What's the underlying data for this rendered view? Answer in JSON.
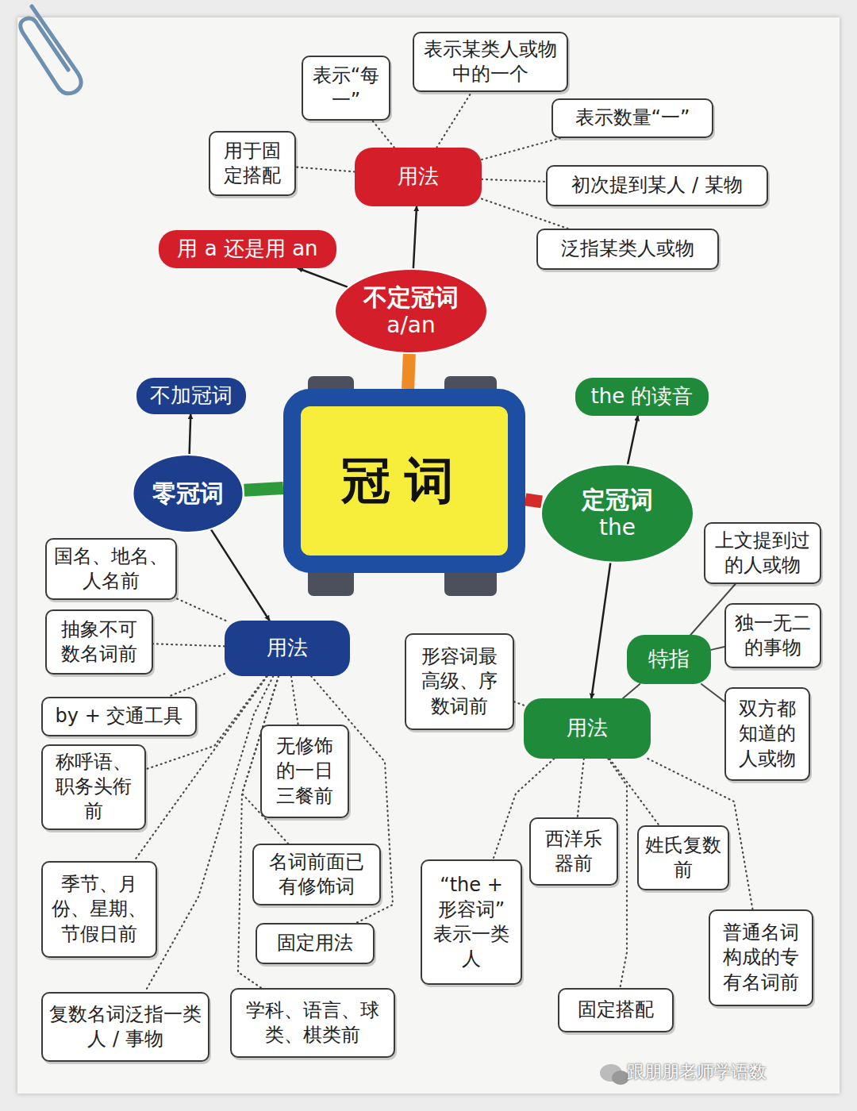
{
  "diagram": {
    "nodes": [
      {
        "text": [
          "冠词"
        ]
      },
      {
        "text": [
          "不定冠词",
          "a/an"
        ]
      },
      {
        "text": [
          "用 a 还是用 an"
        ]
      },
      {
        "text": [
          "用法"
        ]
      },
      {
        "text": [
          "表示“每一”"
        ]
      },
      {
        "text": [
          "表示某类人或物中的一个"
        ]
      },
      {
        "text": [
          "表示数量“一”"
        ]
      },
      {
        "text": [
          "初次提到某人 / 某物"
        ]
      },
      {
        "text": [
          "泛指某类人或物"
        ]
      },
      {
        "text": [
          "用于固定搭配"
        ]
      },
      {
        "text": [
          "零冠词"
        ]
      },
      {
        "text": [
          "不加冠词"
        ]
      },
      {
        "text": [
          "用法"
        ]
      },
      {
        "text": [
          "国名、地名、人名前"
        ]
      },
      {
        "text": [
          "抽象不可数名词前"
        ]
      },
      {
        "text": [
          "by + 交通工具"
        ]
      },
      {
        "text": [
          "称呼语、职务头衔前"
        ]
      },
      {
        "text": [
          "季节、月份、星期、节假日前"
        ]
      },
      {
        "text": [
          "复数名词泛指一类人 / 事物"
        ]
      },
      {
        "text": [
          "学科、语言、球类、棋类前"
        ]
      },
      {
        "text": [
          "固定用法"
        ]
      },
      {
        "text": [
          "名词前面已有修饰词"
        ]
      },
      {
        "text": [
          "无修饰的一日三餐前"
        ]
      },
      {
        "text": [
          "定冠词",
          "the"
        ]
      },
      {
        "text": [
          "the 的读音"
        ]
      },
      {
        "text": [
          "特指"
        ]
      },
      {
        "text": [
          "上文提到过的人或物"
        ]
      },
      {
        "text": [
          "独一无二的事物"
        ]
      },
      {
        "text": [
          "双方都知道的人或物"
        ]
      },
      {
        "text": [
          "用法"
        ]
      },
      {
        "text": [
          "形容词最高级、序数词前"
        ]
      },
      {
        "text": [
          "“the + 形容词”表示一类人"
        ]
      },
      {
        "text": [
          "西洋乐器前"
        ]
      },
      {
        "text": [
          "固定搭配"
        ]
      },
      {
        "text": [
          "姓氏复数前"
        ]
      },
      {
        "text": [
          "普通名词构成的专有名词前"
        ]
      }
    ],
    "edges": [
      {
        "from": 0,
        "to": 1,
        "arrow": "none"
      },
      {
        "from": 0,
        "to": 10,
        "arrow": "none"
      },
      {
        "from": 0,
        "to": 23,
        "arrow": "none"
      },
      {
        "from": 1,
        "to": 2,
        "arrow": "to"
      },
      {
        "from": 1,
        "to": 3,
        "arrow": "to"
      },
      {
        "from": 3,
        "to": 4,
        "arrow": "none"
      },
      {
        "from": 3,
        "to": 5,
        "arrow": "none"
      },
      {
        "from": 3,
        "to": 6,
        "arrow": "none"
      },
      {
        "from": 3,
        "to": 7,
        "arrow": "none"
      },
      {
        "from": 3,
        "to": 8,
        "arrow": "none"
      },
      {
        "from": 3,
        "to": 9,
        "arrow": "none"
      },
      {
        "from": 10,
        "to": 11,
        "arrow": "to"
      },
      {
        "from": 10,
        "to": 12,
        "arrow": "to"
      },
      {
        "from": 12,
        "to": 13,
        "arrow": "none"
      },
      {
        "from": 12,
        "to": 14,
        "arrow": "none"
      },
      {
        "from": 12,
        "to": 15,
        "arrow": "none"
      },
      {
        "from": 12,
        "to": 16,
        "arrow": "none"
      },
      {
        "from": 12,
        "to": 17,
        "arrow": "none"
      },
      {
        "from": 12,
        "to": 18,
        "arrow": "none"
      },
      {
        "from": 12,
        "to": 19,
        "arrow": "none"
      },
      {
        "from": 12,
        "to": 20,
        "arrow": "none"
      },
      {
        "from": 12,
        "to": 21,
        "arrow": "none"
      },
      {
        "from": 12,
        "to": 22,
        "arrow": "none"
      },
      {
        "from": 23,
        "to": 24,
        "arrow": "to"
      },
      {
        "from": 23,
        "to": 29,
        "arrow": "to"
      },
      {
        "from": 29,
        "to": 25,
        "arrow": "none"
      },
      {
        "from": 25,
        "to": 26,
        "arrow": "none"
      },
      {
        "from": 25,
        "to": 27,
        "arrow": "none"
      },
      {
        "from": 25,
        "to": 28,
        "arrow": "none"
      },
      {
        "from": 29,
        "to": 30,
        "arrow": "none"
      },
      {
        "from": 29,
        "to": 31,
        "arrow": "none"
      },
      {
        "from": 29,
        "to": 32,
        "arrow": "none"
      },
      {
        "from": 29,
        "to": 33,
        "arrow": "none"
      },
      {
        "from": 29,
        "to": 34,
        "arrow": "none"
      },
      {
        "from": 29,
        "to": 35,
        "arrow": "none"
      }
    ],
    "labels": [
      "跟朋朋老师学语数"
    ]
  }
}
